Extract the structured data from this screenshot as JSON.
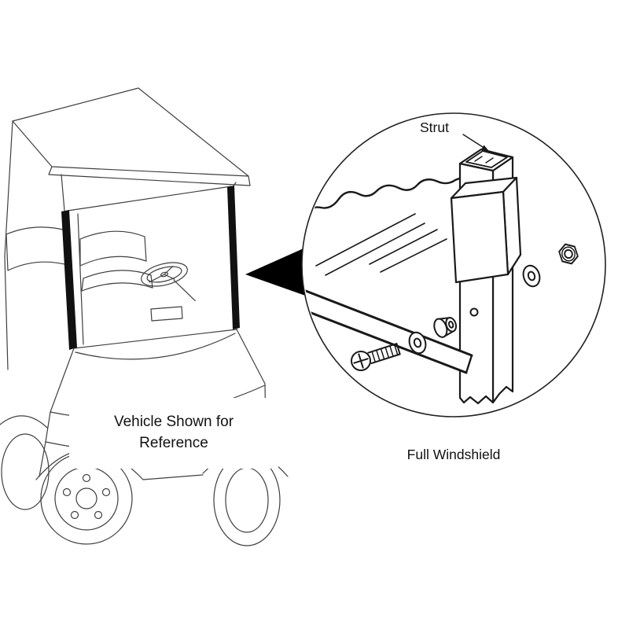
{
  "page": {
    "background": "#ffffff"
  },
  "colors": {
    "ink": "#1a1a1a",
    "cart_ink": "#3f3f3f",
    "arrow_fill": "#000000",
    "strip_fill": "#111111"
  },
  "labels": {
    "strut": "Strut",
    "full_windshield": "Full Windshield",
    "vehicle_reference": "Vehicle Shown for\nReference"
  },
  "diagram": {
    "type": "exploded-parts-callout",
    "subject": "golf cart full windshield mounting detail",
    "callout_parts_visible": [
      "windshield glass",
      "windshield bottom frame",
      "strut",
      "mounting clip",
      "screw",
      "washer",
      "grommet bushing",
      "washer",
      "nut"
    ]
  }
}
